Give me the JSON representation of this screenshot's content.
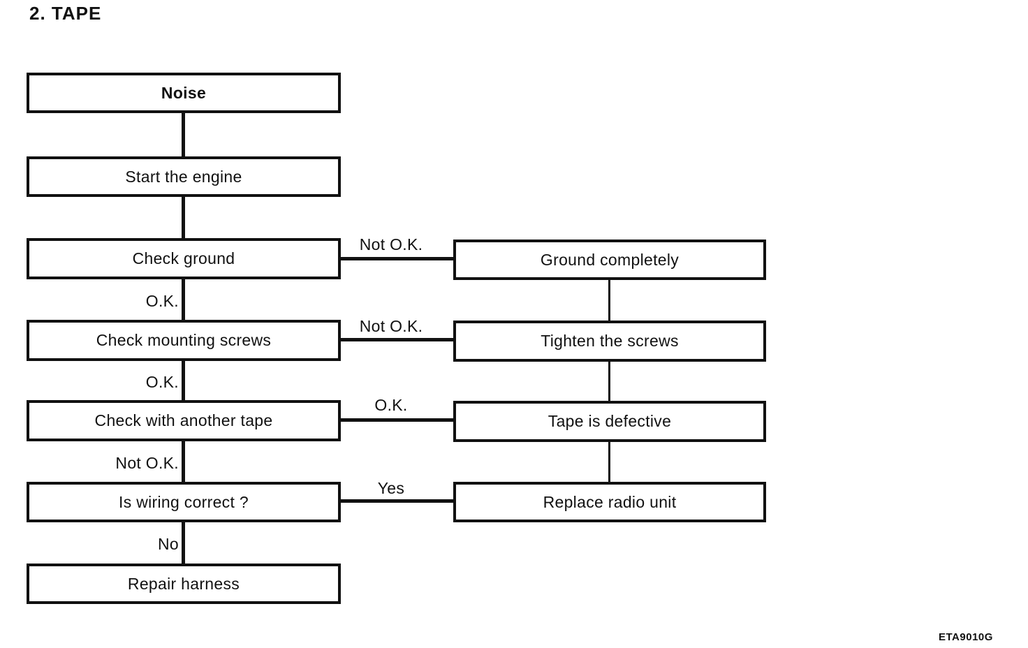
{
  "diagram": {
    "title": "2. TAPE",
    "figure_code": "ETA9010G",
    "colors": {
      "ink": "#111111",
      "paper": "#ffffff"
    },
    "left_nodes": [
      {
        "id": "noise",
        "label": "Noise"
      },
      {
        "id": "start-engine",
        "label": "Start the engine"
      },
      {
        "id": "check-ground",
        "label": "Check ground"
      },
      {
        "id": "check-mounting-screws",
        "label": "Check mounting screws"
      },
      {
        "id": "check-another-tape",
        "label": "Check with another tape"
      },
      {
        "id": "is-wiring-correct",
        "label": "Is wiring correct ?"
      },
      {
        "id": "repair-harness",
        "label": "Repair harness"
      }
    ],
    "right_nodes": [
      {
        "id": "ground-completely",
        "label": "Ground completely"
      },
      {
        "id": "tighten-screws",
        "label": "Tighten the screws"
      },
      {
        "id": "tape-defective",
        "label": "Tape is defective"
      },
      {
        "id": "replace-radio-unit",
        "label": "Replace radio unit"
      }
    ],
    "edge_labels": {
      "ground_not_ok": "Not O.K.",
      "ground_ok": "O.K.",
      "screws_not_ok": "Not O.K.",
      "screws_ok": "O.K.",
      "tape_ok": "O.K.",
      "tape_not_ok": "Not O.K.",
      "wiring_yes": "Yes",
      "wiring_no": "No"
    }
  }
}
